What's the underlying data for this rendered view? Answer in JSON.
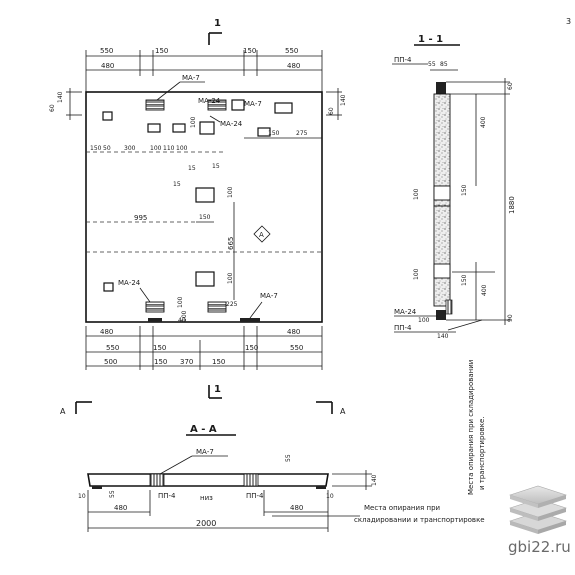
{
  "plan": {
    "section_mark": "1",
    "dims_top": [
      "550",
      "150",
      "480",
      "150",
      "550",
      "480"
    ],
    "left_side": [
      "60",
      "140"
    ],
    "right_side": [
      "60",
      "140"
    ],
    "labels": [
      "МА-7",
      "МА-24",
      "МА-7",
      "МА-24",
      "МА-24",
      "МА-7"
    ],
    "mid_dims": [
      "150",
      "50",
      "300",
      "100",
      "110",
      "100",
      "150",
      "275",
      "100",
      "15",
      "15",
      "15",
      "995",
      "150",
      "665",
      "100",
      "100",
      "225",
      "100",
      "40",
      "100"
    ],
    "marker": "A",
    "dims_bottom": [
      "480",
      "480",
      "550",
      "150",
      "150",
      "550",
      "500",
      "150",
      "370",
      "150"
    ],
    "aa_arrow_left": "А",
    "aa_arrow_right": "А"
  },
  "section11": {
    "title": "1 - 1",
    "dims": [
      "55",
      "85",
      "60",
      "400",
      "100",
      "150",
      "1880",
      "100",
      "150",
      "400",
      "90",
      "140",
      "100"
    ],
    "labels": [
      "ПП-4",
      "МА-24",
      "ПП-4"
    ],
    "vertical_note_1": "Места опирания при складировании",
    "vertical_note_2": "и транспортировке."
  },
  "sectionAA": {
    "title": "А - А",
    "labels": [
      "МА-7",
      "ПП-4",
      "ПП-4"
    ],
    "dims": [
      "55",
      "140",
      "10",
      "55",
      "10",
      "480",
      "480",
      "2000"
    ],
    "bottom_mark": "низ",
    "note_1": "Места опирания при",
    "note_2": "складировании и транспортировке"
  },
  "watermark": {
    "text": "gbi22.ru",
    "corner_mark": "3"
  }
}
